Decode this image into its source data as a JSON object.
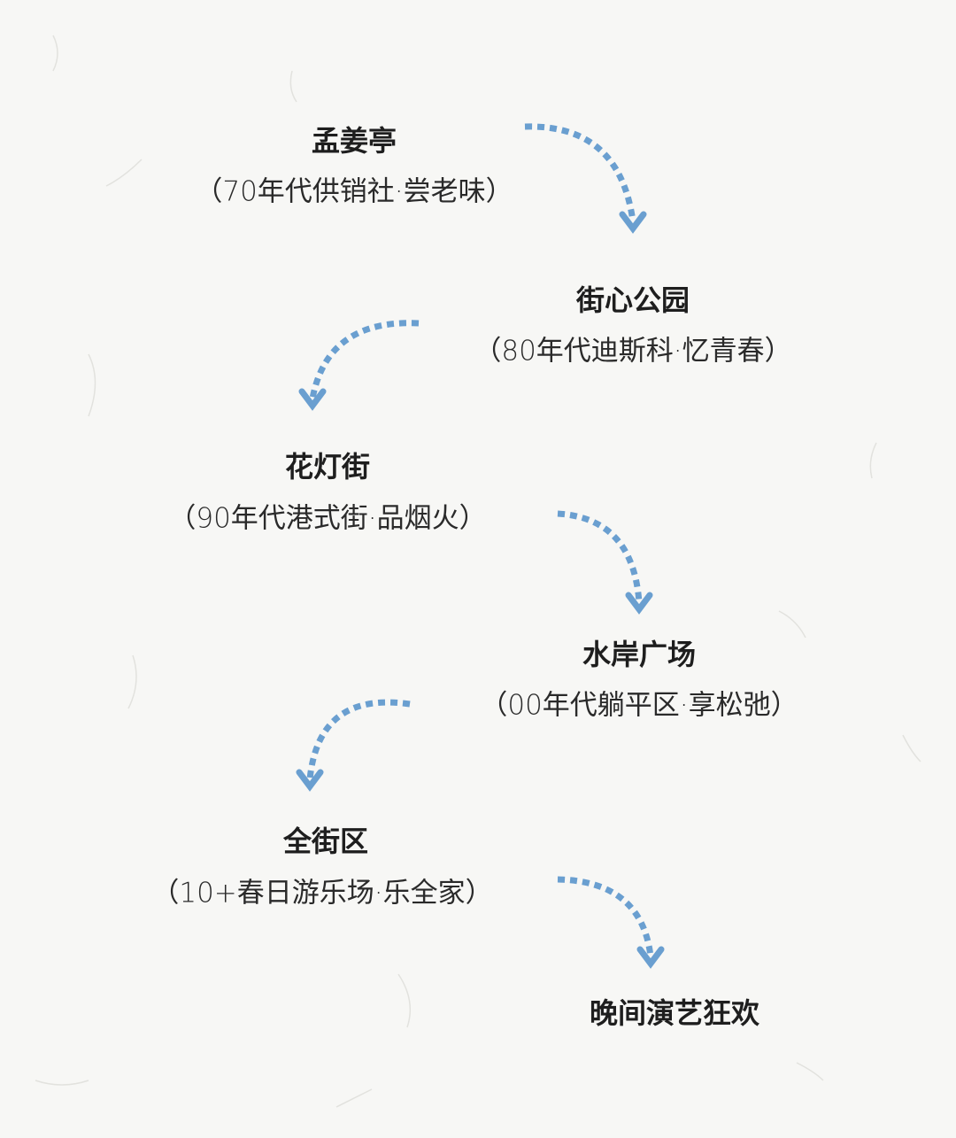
{
  "stops": [
    {
      "title": "孟姜亭",
      "subtitle": "（70年代供销社·尝老味）"
    },
    {
      "title": "街心公园",
      "subtitle": "（80年代迪斯科·忆青春）"
    },
    {
      "title": "花灯街",
      "subtitle": "（90年代港式街·品烟火）"
    },
    {
      "title": "水岸广场",
      "subtitle": "（00年代躺平区·享松弛）"
    },
    {
      "title": "全街区",
      "subtitle": "（10+春日游乐场·乐全家）"
    },
    {
      "title": "晚间演艺狂欢"
    }
  ],
  "colors": {
    "arrow": "#6a9fd0",
    "background": "#f7f7f5",
    "text": "#1e1e1e"
  }
}
